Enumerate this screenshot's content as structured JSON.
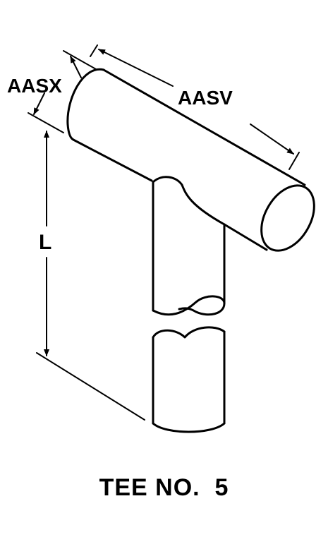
{
  "drawing": {
    "title": "TEE NO.  5",
    "dimensions": {
      "diameter_label": "AASX",
      "length_top_label": "AASV",
      "stem_length_label": "L"
    },
    "colors": {
      "line": "#000000",
      "background": "#ffffff"
    }
  }
}
